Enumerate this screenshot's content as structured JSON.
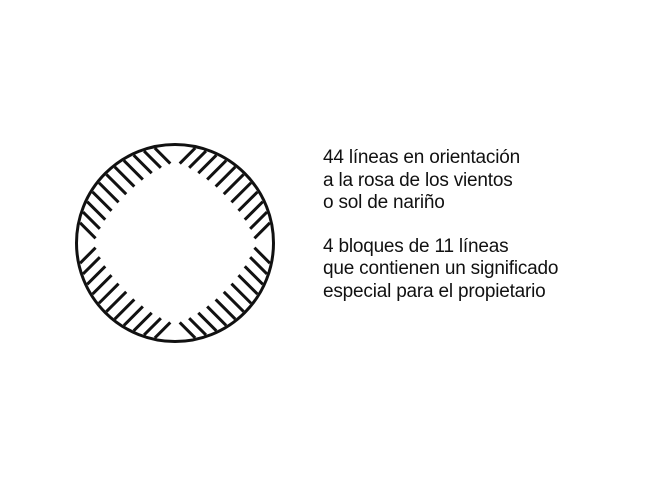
{
  "diagram": {
    "stroke_color": "#111111",
    "background": "#ffffff",
    "line_count": 44,
    "blocks": 4,
    "lines_per_block": 11
  },
  "caption": {
    "paragraph_1": [
      "44 líneas en orientación",
      "a la rosa de los vientos",
      "o sol de nariño"
    ],
    "paragraph_2": [
      "4 bloques de 11 líneas",
      "que contienen un significado",
      "especial para el propietario"
    ]
  }
}
